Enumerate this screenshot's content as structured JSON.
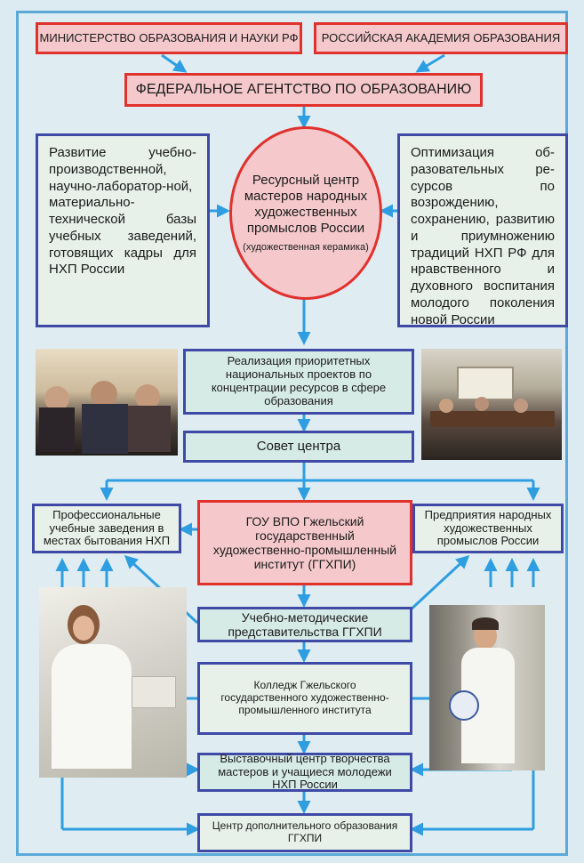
{
  "top": {
    "ministry": "МИНИСТЕРСТВО ОБРАЗОВАНИЯ И НАУКИ РФ",
    "academy": "РОССИЙСКАЯ АКАДЕМИЯ ОБРАЗОВАНИЯ",
    "agency": "ФЕДЕРАЛЬНОЕ АГЕНТСТВО ПО ОБРАЗОВАНИЮ"
  },
  "left_box": "Развитие учебно-производственной, научно-лаборатор-ной, материально-технической базы учебных заведений, готовящих кадры для НХП России",
  "right_box": "Оптимизация об-разовательных ре-сурсов по возрождению, сохранению, развитию и приумножению традиций НХП РФ для нравственного и духовного воспитания молодого поколения новой России",
  "center": {
    "title": "Ресурсный центр мастеров народных художественных промыслов России",
    "sub": "(художественная керамика)"
  },
  "realization": "Реализация приоритетных национальных проектов по концентрации ресурсов в сфере образования",
  "council": "Совет центра",
  "prof": "Профессиональные учебные заведения в местах бытования НХП",
  "gou": "ГОУ ВПО Гжельский государственный художественно-промышленный институт (ГГХПИ)",
  "enterprises": "Предприятия народных художественных промыслов России",
  "method": "Учебно-методические представительства ГГХПИ",
  "college": "Колледж Гжельского государственного художественно-промышленного института",
  "exhibition": "Выставочный центр творчества мастеров и учащиеся молодежи НХП России",
  "additional": "Центр дополнительного образования ГГХПИ",
  "colors": {
    "arrow": "#2e9ee0",
    "pink_fill": "#f5c9cb",
    "red_border": "#e0312d",
    "navy_border": "#3f4aa6",
    "box_fill": "#d7ebe6",
    "background": "#dfedf3"
  }
}
